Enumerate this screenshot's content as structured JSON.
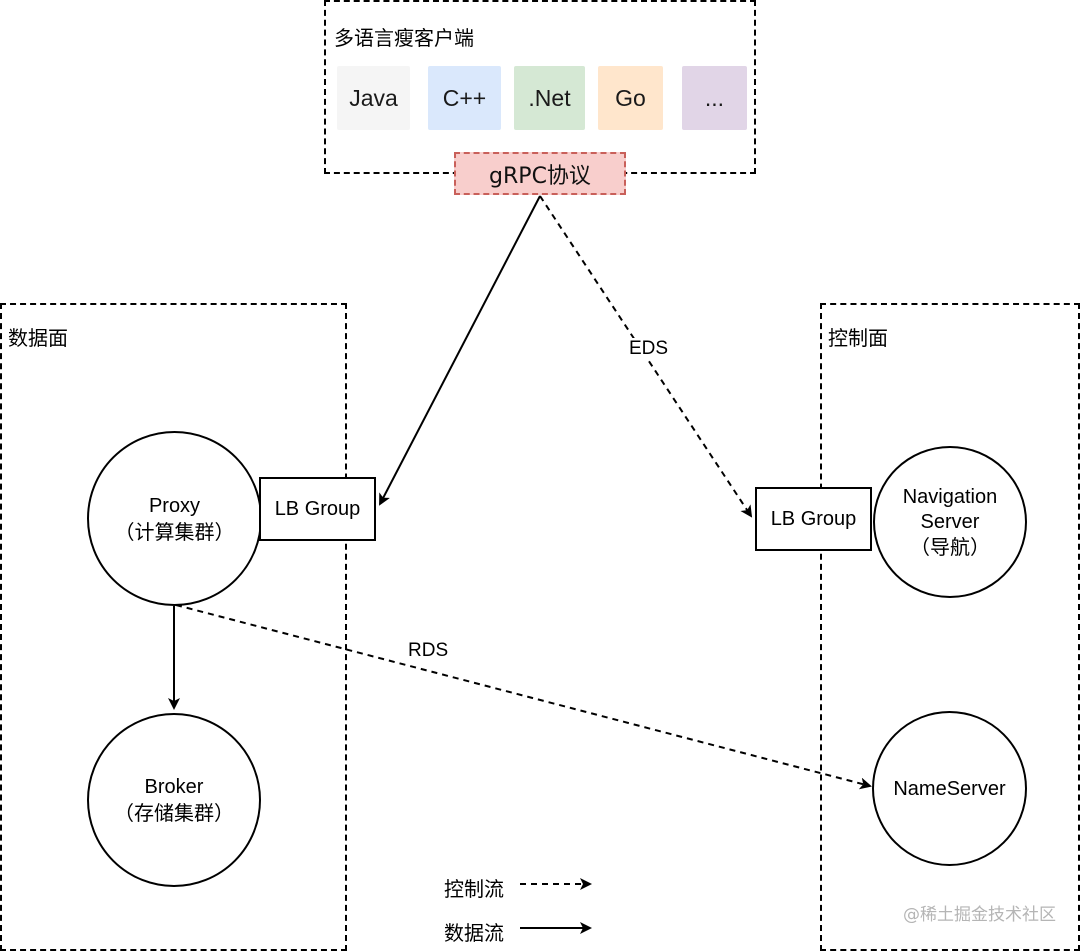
{
  "client_group": {
    "title": "多语言瘦客户端",
    "languages": [
      {
        "label": "Java",
        "color": "#f5f5f5"
      },
      {
        "label": "C++",
        "color": "#dae8fc"
      },
      {
        "label": ".Net",
        "color": "#d5e8d4"
      },
      {
        "label": "Go",
        "color": "#ffe6cc"
      },
      {
        "label": "...",
        "color": "#e1d5e7"
      }
    ],
    "protocol": "gRPC协议",
    "protocol_color": "#f8cecc"
  },
  "data_plane": {
    "title": "数据面",
    "proxy": {
      "name": "Proxy",
      "note": "（计算集群）"
    },
    "broker": {
      "name": "Broker",
      "note": "（存储集群）"
    },
    "lb": "LB Group"
  },
  "control_plane": {
    "title": "控制面",
    "navigation": {
      "line1": "Navigation",
      "line2": "Server",
      "note": "（导航）"
    },
    "nameserver": "NameServer",
    "lb": "LB Group"
  },
  "edges": {
    "eds": "EDS",
    "rds": "RDS"
  },
  "legend": {
    "control_flow": "控制流",
    "data_flow": "数据流"
  },
  "watermark": "@稀土掘金技术社区"
}
